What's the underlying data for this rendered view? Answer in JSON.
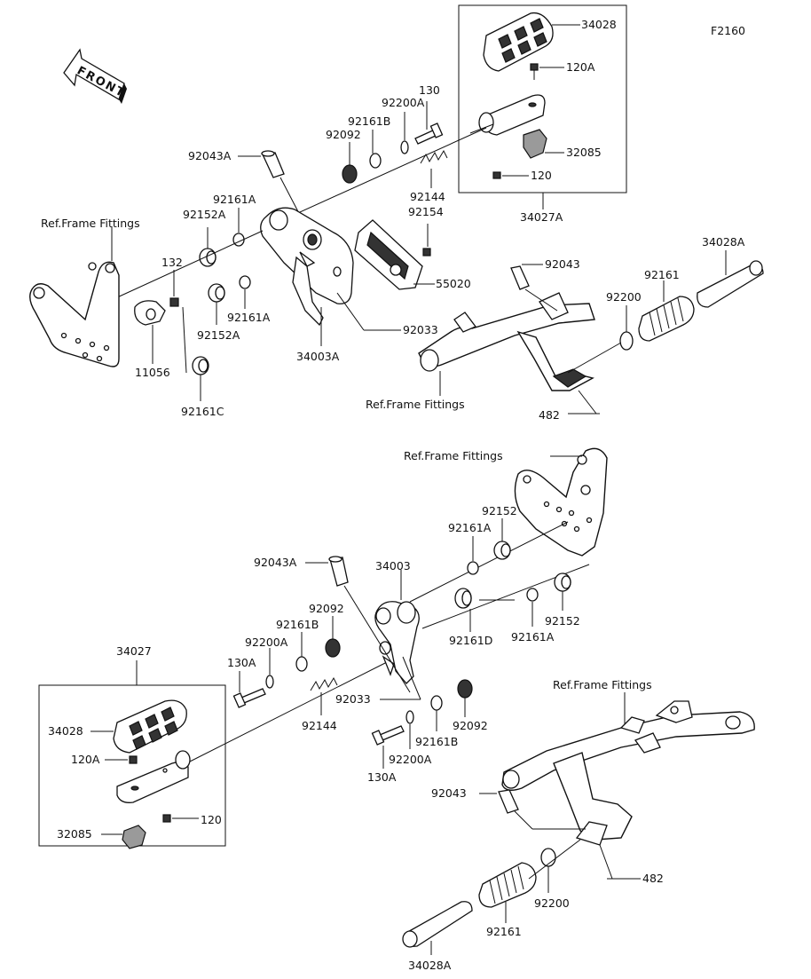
{
  "figure_code": "F2160",
  "front_label": "FRONT",
  "labels": {
    "l34028_top": "34028",
    "l120A_top": "120A",
    "l32085_top": "32085",
    "l120_top": "120",
    "l34027A": "34027A",
    "l130_top": "130",
    "l92200A_top": "92200A",
    "l92161B_top": "92161B",
    "l92092_top": "92092",
    "l92043A_top": "92043A",
    "l92144_top": "92144",
    "l92154": "92154",
    "l92161A_top": "92161A",
    "l92152A_top": "92152A",
    "l55020": "55020",
    "l92033_top": "92033",
    "l34003A": "34003A",
    "l92161A_mid": "92161A",
    "l92152A_mid": "92152A",
    "l132": "132",
    "l11056": "11056",
    "l92161C": "92161C",
    "ref_top_left": "Ref.Frame Fittings",
    "ref_top_right": "Ref.Frame Fittings",
    "l92043_top": "92043",
    "l34028A_top": "34028A",
    "l92161_top": "92161",
    "l92200_top": "92200",
    "l482_top": "482",
    "ref_mid": "Ref.Frame Fittings",
    "l92152_a": "92152",
    "l92161A_b1": "92161A",
    "l92043A_bot": "92043A",
    "l34003": "34003",
    "l92092_bot1": "92092",
    "l92161B_bot1": "92161B",
    "l92200A_bot1": "92200A",
    "l130A_bot1": "130A",
    "l92152_b": "92152",
    "l92161A_b2": "92161A",
    "l92161D": "92161D",
    "l92033_bot": "92033",
    "l92144_bot": "92144",
    "l92092_bot2": "92092",
    "l92161B_bot2": "92161B",
    "l92200A_bot2": "92200A",
    "l130A_bot2": "130A",
    "l34027": "34027",
    "l34028_bot": "34028",
    "l120A_bot": "120A",
    "l120_bot": "120",
    "l32085_bot": "32085",
    "ref_bot_right": "Ref.Frame Fittings",
    "l92043_bot": "92043",
    "l482_bot": "482",
    "l92200_bot": "92200",
    "l92161_bot": "92161",
    "l34028A_bot": "34028A"
  }
}
